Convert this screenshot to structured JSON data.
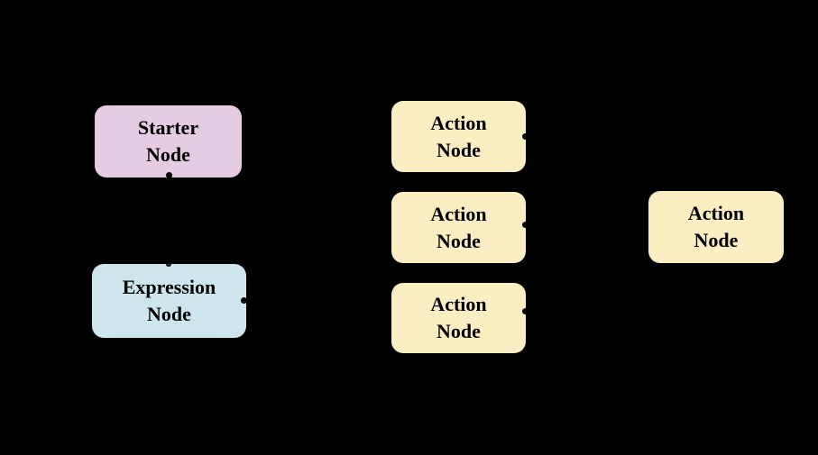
{
  "diagram": {
    "background_color": "#000000",
    "text_color": "#000000",
    "nodes": {
      "starter": {
        "line1": "Starter",
        "line2": "Node",
        "fill": "#e5cce2"
      },
      "expression": {
        "line1": "Expression",
        "line2": "Node",
        "fill": "#cde6ee"
      },
      "action1": {
        "line1": "Action",
        "line2": "Node",
        "fill": "#fbeec3"
      },
      "action2": {
        "line1": "Action",
        "line2": "Node",
        "fill": "#fbeec3"
      },
      "action3": {
        "line1": "Action",
        "line2": "Node",
        "fill": "#fbeec3"
      },
      "action4": {
        "line1": "Action",
        "line2": "Node",
        "fill": "#fbeec3"
      }
    }
  }
}
